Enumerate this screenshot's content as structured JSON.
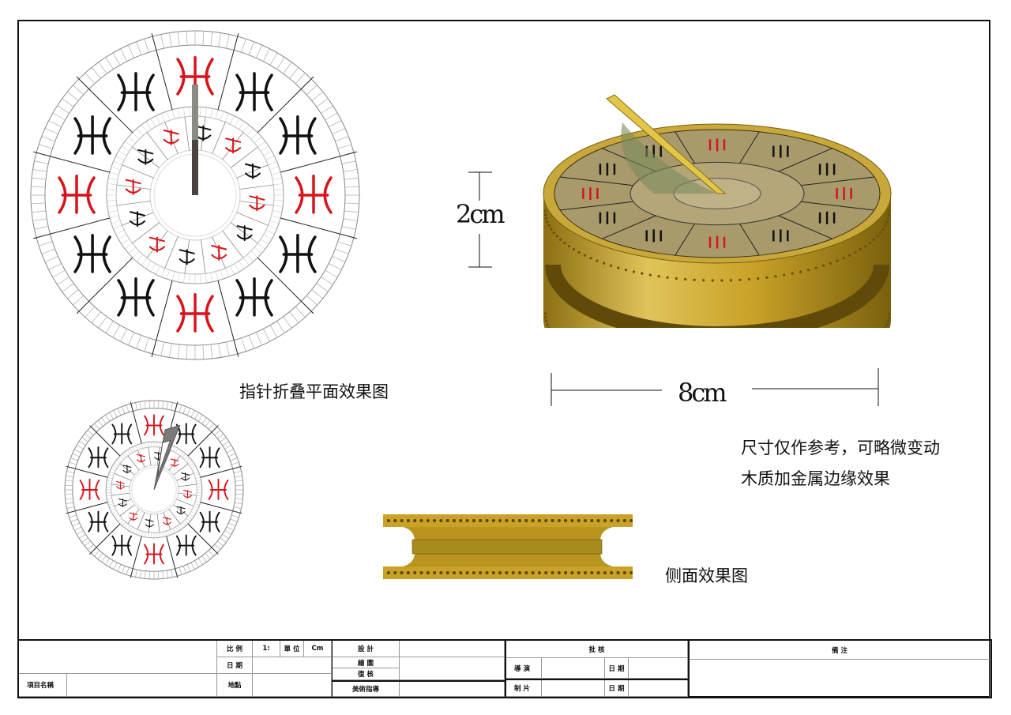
{
  "drawings": {
    "plan_view": {
      "caption": "指针折叠平面效果图"
    },
    "side_view": {
      "caption": "侧面效果图"
    },
    "height_dimension": "2cm",
    "width_dimension": "8cm",
    "notes": [
      "尺寸仅作参考，可略微变动",
      "木质加金属边缘效果"
    ]
  },
  "colors": {
    "seal_red": "#d8141b",
    "seal_black": "#111111",
    "brass": "#c9a227",
    "brass_dark": "#8a6d12"
  },
  "title_block": {
    "scale_label": "比 例",
    "scale_value": "1:",
    "unit_label": "單 位",
    "unit_value": "Cm",
    "date_label": "日 期",
    "project_name_label": "項目名稱",
    "location_label": "地點",
    "design_label": "設  計",
    "drawing_label": "繪  圖",
    "review_label": "復  核",
    "art_director_label": "美術指導",
    "approval_label": "批  核",
    "director_label": "導 演",
    "director_date_label": "日 期",
    "producer_label": "制 片",
    "producer_date_label": "日 期",
    "remarks_label": "備  注"
  }
}
